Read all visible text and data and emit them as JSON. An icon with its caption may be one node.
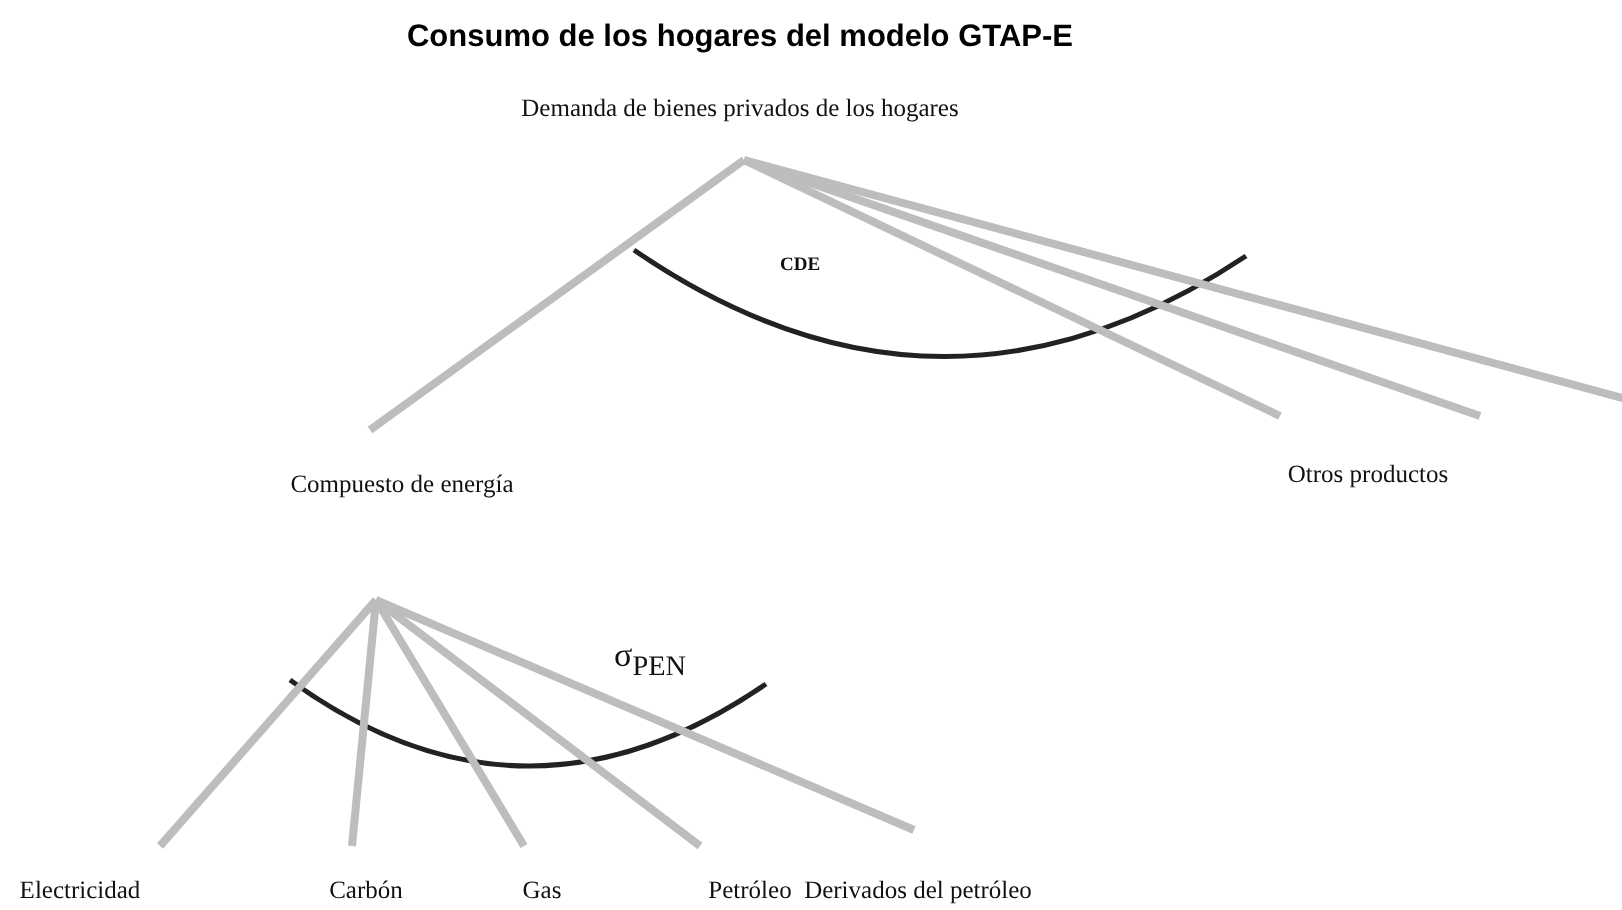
{
  "diagram": {
    "title": "Consumo de los hogares del modelo GTAP-E",
    "nodes": [
      {
        "text": [
          "Demanda de bienes privados de los hogares"
        ]
      },
      {
        "text": [
          "Compuesto de energía"
        ]
      },
      {
        "text": [
          "Otros productos"
        ]
      },
      {
        "text": [
          "Electricidad"
        ]
      },
      {
        "text": [
          "Carbón"
        ]
      },
      {
        "text": [
          "Gas"
        ]
      },
      {
        "text": [
          "Petróleo"
        ]
      },
      {
        "text": [
          "Derivados del petróleo"
        ]
      }
    ],
    "edges": [
      {
        "from": 0,
        "to": 1,
        "arrow": "none"
      },
      {
        "from": 0,
        "to": 2,
        "arrow": "none"
      },
      {
        "from": 0,
        "to": 2,
        "arrow": "none"
      },
      {
        "from": 0,
        "to": null,
        "arrow": "none"
      },
      {
        "from": 1,
        "to": 3,
        "arrow": "none"
      },
      {
        "from": 1,
        "to": 4,
        "arrow": "none"
      },
      {
        "from": 1,
        "to": 5,
        "arrow": "none"
      },
      {
        "from": 1,
        "to": 6,
        "arrow": "none"
      },
      {
        "from": 1,
        "to": 7,
        "arrow": "none"
      }
    ],
    "labels": [
      "CDE",
      "σ$_{PEN}$"
    ]
  }
}
